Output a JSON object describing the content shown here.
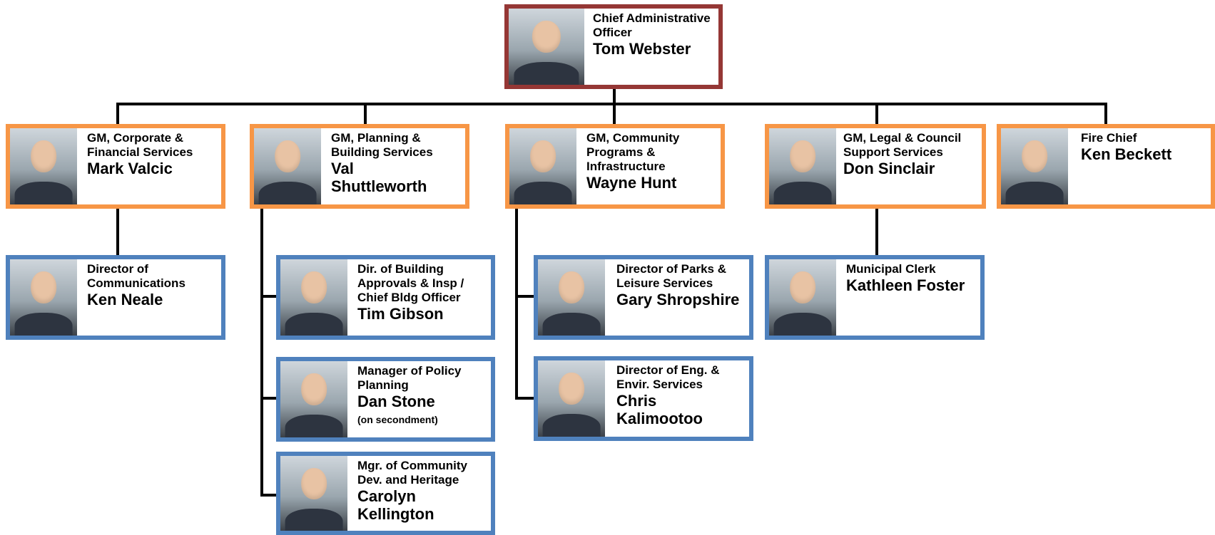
{
  "chief": {
    "title": "Chief Administrative Officer",
    "name": "Tom Webster"
  },
  "gm_corporate": {
    "title": "GM, Corporate &\nFinancial Services",
    "name": "Mark Valcic"
  },
  "gm_planning": {
    "title": "GM, Planning &\nBuilding Services",
    "name": "Val\nShuttleworth"
  },
  "gm_community": {
    "title": "GM, Community\nPrograms &\nInfrastructure",
    "name": "Wayne Hunt"
  },
  "gm_legal": {
    "title": "GM, Legal & Council\nSupport Services",
    "name": "Don Sinclair"
  },
  "fire_chief": {
    "title": "Fire Chief",
    "name": "Ken Beckett"
  },
  "dir_communications": {
    "title": "Director of\nCommunications",
    "name": "Ken Neale"
  },
  "dir_building": {
    "title": "Dir. of Building\nApprovals & Insp /\nChief Bldg Officer",
    "name": "Tim Gibson"
  },
  "mgr_policy": {
    "title": "Manager of Policy\nPlanning",
    "name": "Dan Stone",
    "note": "(on secondment)"
  },
  "mgr_community_dev": {
    "title": "Mgr. of Community\nDev. and Heritage",
    "name": "Carolyn\nKellington"
  },
  "dir_parks": {
    "title": "Director of Parks &\nLeisure Services",
    "name": "Gary Shropshire"
  },
  "dir_engineering": {
    "title": "Director of Eng. &\nEnvir. Services",
    "name": "Chris\nKalimootoo"
  },
  "municipal_clerk": {
    "title": "Municipal Clerk",
    "name": "Kathleen Foster"
  },
  "colors": {
    "ceo_border": "#953735",
    "gm_border": "#f79646",
    "director_border": "#4f81bd",
    "connector": "#000000"
  }
}
